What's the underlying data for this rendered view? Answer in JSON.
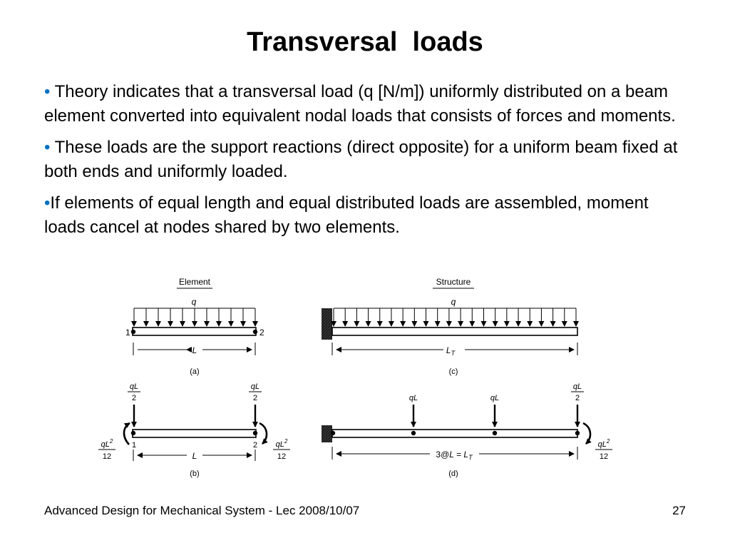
{
  "slide": {
    "title": "Transversal  loads",
    "bullets": [
      {
        "marker": "•",
        "marker_space": " ",
        "text": "Theory indicates that a transversal load (q [N/m]) uniformly distributed on a beam element converted into equivalent nodal loads that consists of forces and moments."
      },
      {
        "marker": "•",
        "marker_space": " ",
        "text": "These loads are the support reactions (direct opposite) for a uniform beam fixed at both ends and uniformly loaded."
      },
      {
        "marker": "•",
        "marker_space": "",
        "text": "If elements of equal length and equal distributed loads are assembled, moment loads cancel at nodes shared by two elements."
      }
    ],
    "bullet_color": "#0070c0"
  },
  "figure": {
    "element_label": "Element",
    "structure_label": "Structure",
    "load_symbol": "q",
    "node_1": "1",
    "node_2": "2",
    "length_L": "L",
    "length_LT": "L",
    "length_LT_sub": "T",
    "caption_a": "(a)",
    "caption_b": "(b)",
    "caption_c": "(c)",
    "caption_d": "(d)",
    "force_num": "qL",
    "force_den": "2",
    "moment_num_base": "qL",
    "moment_num_exp": "2",
    "moment_den": "12",
    "mid_force": "qL",
    "span_d_prefix": "3@",
    "span_d_mid": "L = L",
    "span_d_sub": "T"
  },
  "footer": {
    "course": "Advanced Design for Mechanical System - Lec 2008/10/07",
    "page": "27"
  }
}
